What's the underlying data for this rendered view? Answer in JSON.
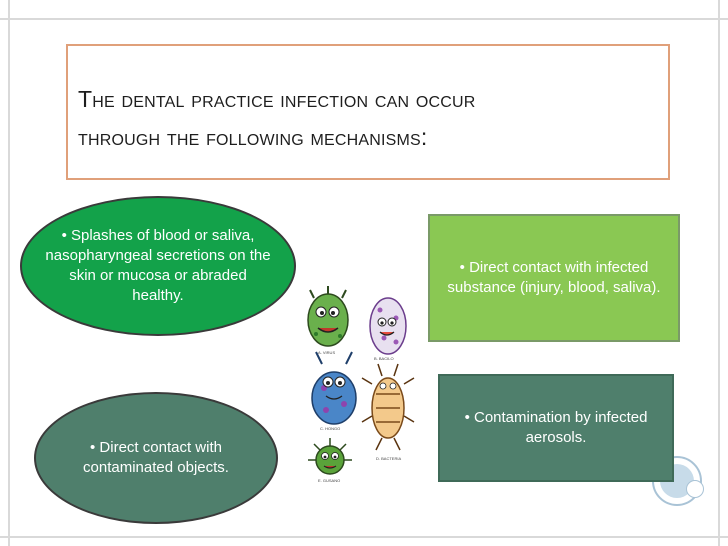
{
  "title": {
    "line1": "The dental practice infection can occur",
    "line2": "through the following mechanisms:"
  },
  "mechanisms": {
    "splashes": "• Splashes of blood or saliva, nasopharyngeal secretions on the skin or mucosa or abraded healthy.",
    "direct_infected": "• Direct contact with infected substance (injury, blood, saliva).",
    "direct_objects": "• Direct contact with contaminated objects.",
    "aerosols": "• Contamination by infected aerosols."
  },
  "illustration": {
    "labels": [
      "A. VIRUS",
      "B. BACILO",
      "C. HONGO",
      "D. BACTERIA",
      "E. GUSANO"
    ]
  },
  "colors": {
    "oval_green": "#13a24a",
    "teal": "#4f7f6c",
    "rect_green": "#8ac853",
    "title_border": "#e0a07a",
    "deco_circle": "#bcd3e3"
  }
}
